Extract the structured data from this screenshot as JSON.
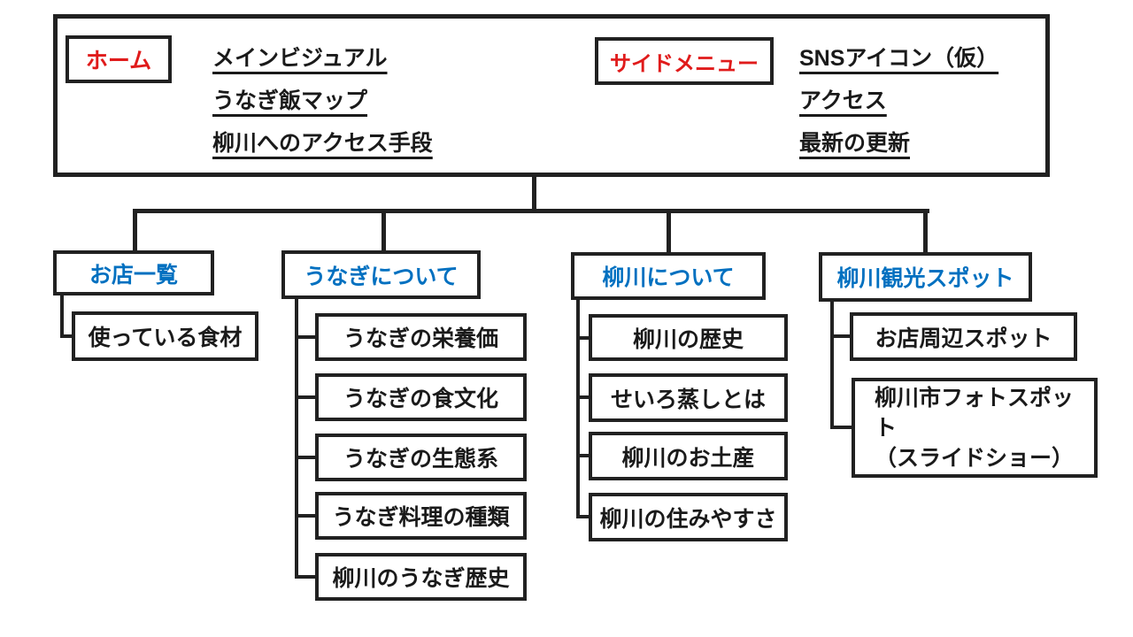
{
  "diagram_title": "website-sitemap",
  "colors": {
    "line": "#212121",
    "page_label_red": "#e01b1b",
    "section_label_blue": "#0070c0",
    "text_black": "#1a1a1a",
    "background": "#ffffff"
  },
  "header": {
    "home": {
      "label": "ホーム",
      "items": [
        "メインビジュアル",
        "うなぎ飯マップ",
        "柳川へのアクセス手段"
      ]
    },
    "side_menu": {
      "label": "サイドメニュー",
      "items": [
        "SNSアイコン（仮）",
        "アクセス",
        "最新の更新"
      ]
    }
  },
  "tree": {
    "branches": [
      {
        "label": "お店一覧",
        "children": [
          "使っている食材"
        ]
      },
      {
        "label": "うなぎについて",
        "children": [
          "うなぎの栄養価",
          "うなぎの食文化",
          "うなぎの生態系",
          "うなぎ料理の種類",
          "柳川のうなぎ歴史"
        ]
      },
      {
        "label": "柳川について",
        "children": [
          "柳川の歴史",
          "せいろ蒸しとは",
          "柳川のお土産",
          "柳川の住みやすさ"
        ]
      },
      {
        "label": "柳川観光スポット",
        "children": [
          "お店周辺スポット",
          "柳川市フォトスポット\n（スライドショー）"
        ]
      }
    ]
  }
}
